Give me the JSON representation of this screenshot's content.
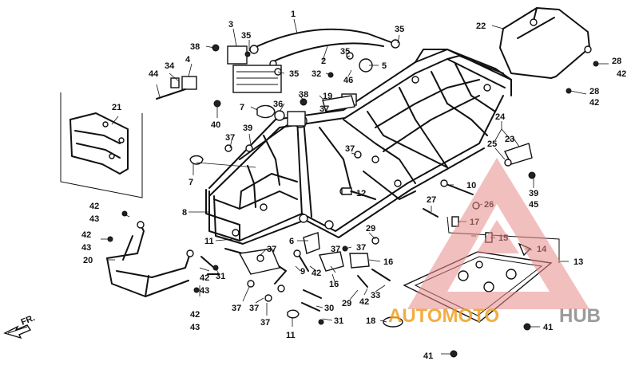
{
  "diagram": {
    "callouts": [
      {
        "id": "c1",
        "text": "1"
      },
      {
        "id": "c2",
        "text": "2"
      },
      {
        "id": "c3",
        "text": "3"
      },
      {
        "id": "c4",
        "text": "4"
      },
      {
        "id": "c5",
        "text": "5"
      },
      {
        "id": "c6",
        "text": "6"
      },
      {
        "id": "c7a",
        "text": "7"
      },
      {
        "id": "c7b",
        "text": "7"
      },
      {
        "id": "c8",
        "text": "8"
      },
      {
        "id": "c9",
        "text": "9"
      },
      {
        "id": "c10",
        "text": "10"
      },
      {
        "id": "c11a",
        "text": "11"
      },
      {
        "id": "c11b",
        "text": "11"
      },
      {
        "id": "c12",
        "text": "12"
      },
      {
        "id": "c13",
        "text": "13"
      },
      {
        "id": "c14",
        "text": "14"
      },
      {
        "id": "c15",
        "text": "15"
      },
      {
        "id": "c16a",
        "text": "16"
      },
      {
        "id": "c16b",
        "text": "16"
      },
      {
        "id": "c17",
        "text": "17"
      },
      {
        "id": "c18",
        "text": "18"
      },
      {
        "id": "c19",
        "text": "19"
      },
      {
        "id": "c20",
        "text": "20"
      },
      {
        "id": "c21",
        "text": "21"
      },
      {
        "id": "c22",
        "text": "22"
      },
      {
        "id": "c23",
        "text": "23"
      },
      {
        "id": "c24",
        "text": "24"
      },
      {
        "id": "c25",
        "text": "25"
      },
      {
        "id": "c26",
        "text": "26"
      },
      {
        "id": "c27",
        "text": "27"
      },
      {
        "id": "c28a",
        "text": "28"
      },
      {
        "id": "c28b",
        "text": "28"
      },
      {
        "id": "c29a",
        "text": "29"
      },
      {
        "id": "c29b",
        "text": "29"
      },
      {
        "id": "c30",
        "text": "30"
      },
      {
        "id": "c31a",
        "text": "31"
      },
      {
        "id": "c31b",
        "text": "31"
      },
      {
        "id": "c32",
        "text": "32"
      },
      {
        "id": "c33",
        "text": "33"
      },
      {
        "id": "c34",
        "text": "34"
      },
      {
        "id": "c35a",
        "text": "35"
      },
      {
        "id": "c35b",
        "text": "35"
      },
      {
        "id": "c35c",
        "text": "35"
      },
      {
        "id": "c35d",
        "text": "35"
      },
      {
        "id": "c36",
        "text": "36"
      },
      {
        "id": "c37a",
        "text": "37"
      },
      {
        "id": "c37b",
        "text": "37"
      },
      {
        "id": "c37c",
        "text": "37"
      },
      {
        "id": "c37d",
        "text": "37"
      },
      {
        "id": "c37e",
        "text": "37"
      },
      {
        "id": "c37f",
        "text": "37"
      },
      {
        "id": "c37g",
        "text": "37"
      },
      {
        "id": "c37h",
        "text": "37"
      },
      {
        "id": "c37i",
        "text": "37"
      },
      {
        "id": "c38a",
        "text": "38"
      },
      {
        "id": "c38b",
        "text": "38"
      },
      {
        "id": "c39a",
        "text": "39"
      },
      {
        "id": "c39b",
        "text": "39"
      },
      {
        "id": "c40",
        "text": "40"
      },
      {
        "id": "c41a",
        "text": "41"
      },
      {
        "id": "c41b",
        "text": "41"
      },
      {
        "id": "c42a",
        "text": "42"
      },
      {
        "id": "c42b",
        "text": "42"
      },
      {
        "id": "c42c",
        "text": "42"
      },
      {
        "id": "c42d",
        "text": "42"
      },
      {
        "id": "c42e",
        "text": "42"
      },
      {
        "id": "c42f",
        "text": "42"
      },
      {
        "id": "c42g",
        "text": "42"
      },
      {
        "id": "c42h",
        "text": "42"
      },
      {
        "id": "c43a",
        "text": "43"
      },
      {
        "id": "c43b",
        "text": "43"
      },
      {
        "id": "c43c",
        "text": "43"
      },
      {
        "id": "c43d",
        "text": "43"
      },
      {
        "id": "c44",
        "text": "44"
      },
      {
        "id": "c45",
        "text": "45"
      },
      {
        "id": "c46",
        "text": "46"
      }
    ],
    "direction_label": "FR."
  },
  "watermark": {
    "text_part_1": "AUTOMOTO",
    "text_part_2": "HUB",
    "color_triangle": "#e88a8a",
    "color_text_1": "#f0a020",
    "color_text_2": "#8a8a8a"
  }
}
